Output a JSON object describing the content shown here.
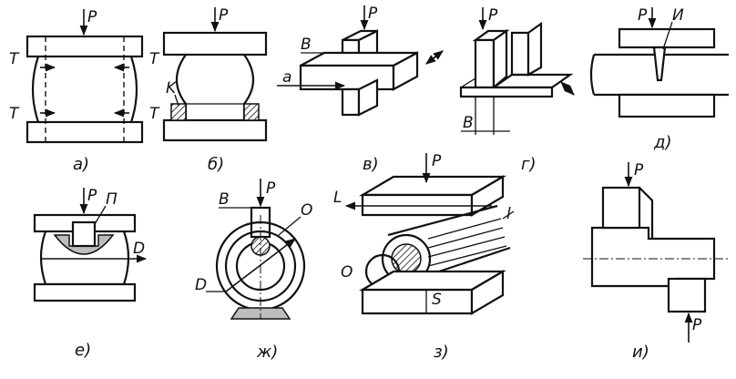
{
  "labels": {
    "P": "P",
    "T": "T",
    "K": "K",
    "B": "B",
    "a": "a",
    "I_cyr": "И",
    "Pi": "П",
    "D": "D",
    "O": "O",
    "L": "L",
    "l": "l",
    "S": "S"
  },
  "captions": {
    "a": "а)",
    "b": "б)",
    "v": "в)",
    "g": "г)",
    "d": "д)",
    "e": "е)",
    "zh": "ж)",
    "z": "з)",
    "i": "и)"
  }
}
